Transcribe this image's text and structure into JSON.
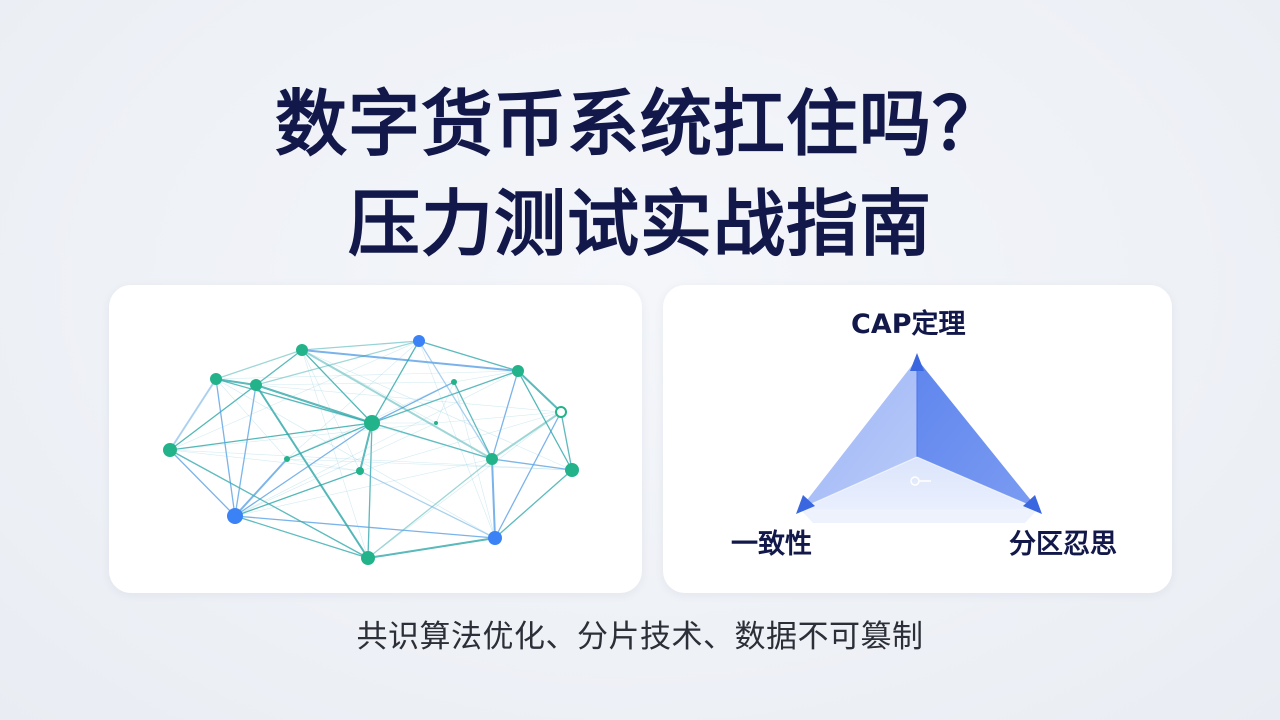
{
  "title": {
    "line1": "数字货币系统扛住吗？",
    "line2": "压力测试实战指南"
  },
  "cap_diagram": {
    "title": "CAP定理",
    "left_label": "一致性",
    "right_label": "分区忍思"
  },
  "subtitle": "共识算法优化、分片技术、数据不可篡制",
  "colors": {
    "title": "#12194a",
    "node_green": "#22b38a",
    "node_blue": "#3b82f6",
    "edge_teal": "#2aa6a6",
    "triangle_blue": "#6b8df0"
  },
  "icons": [
    "network-graph-illustration",
    "cap-triangle-illustration"
  ]
}
